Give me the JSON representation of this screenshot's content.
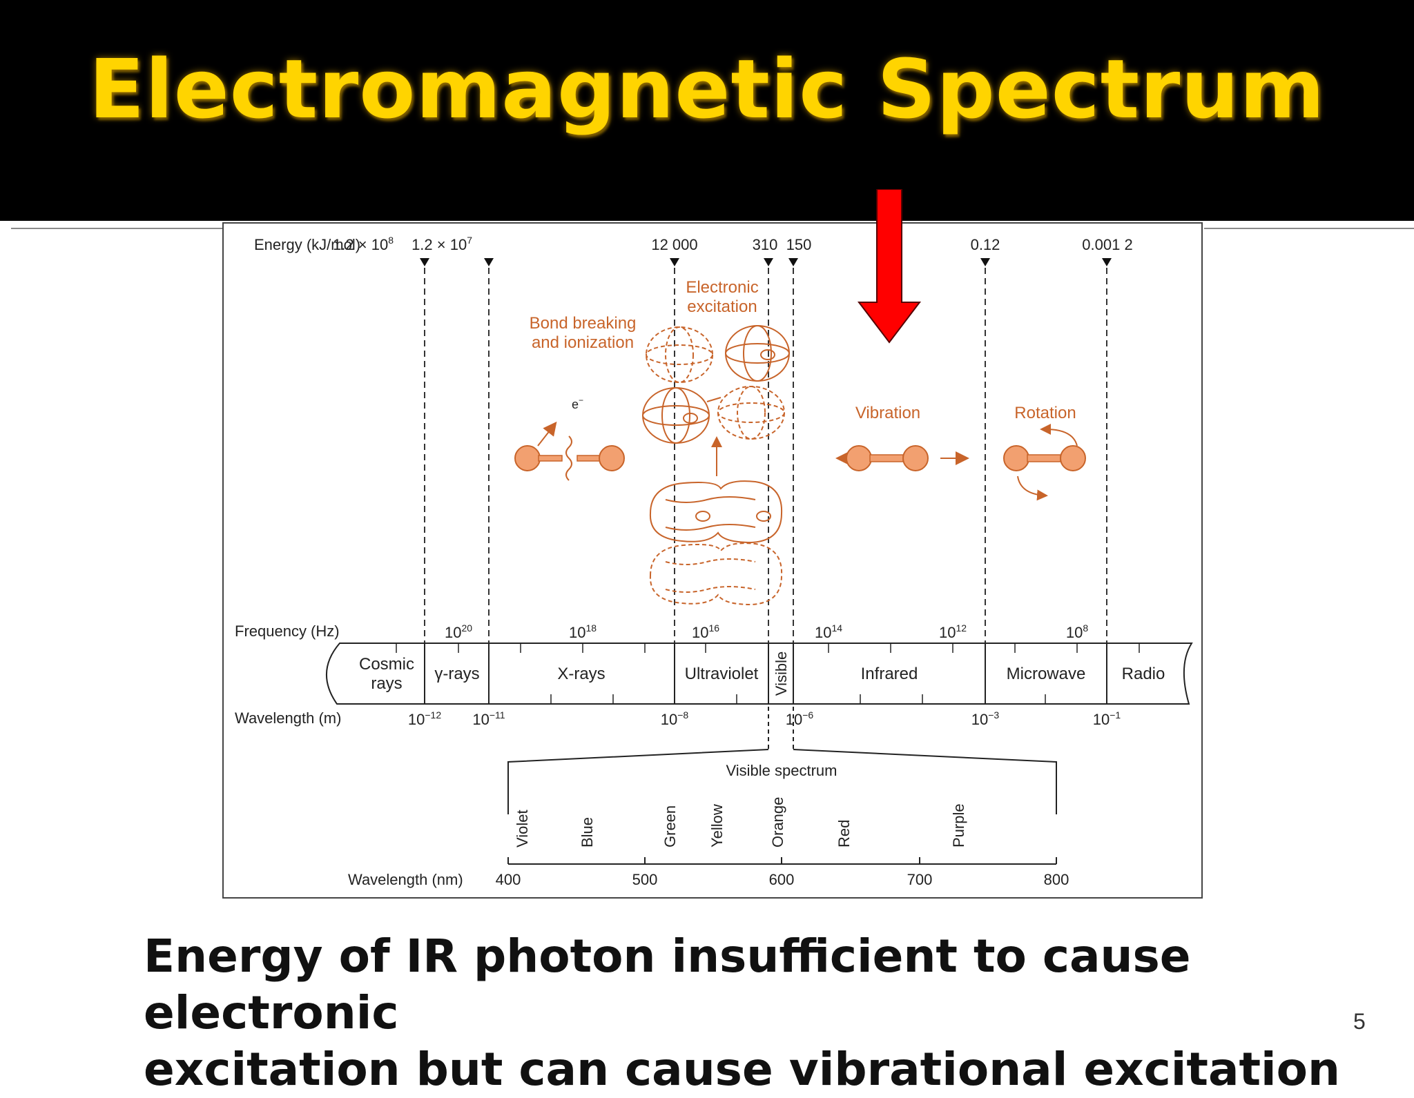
{
  "slide": {
    "title": "Electromagnetic Spectrum",
    "caption_line1": "Energy of IR photon insufficient to cause electronic",
    "caption_line2": "excitation but can cause vibrational excitation",
    "page_number": "5"
  },
  "colors": {
    "title_yellow": "#ffd400",
    "illustration_orange": "#c8642a",
    "molecule_fill": "#f2a070",
    "arrow_red": "#ff0000"
  },
  "figure": {
    "energy_axis_label": "Energy (kJ/mol)",
    "energy_ticks": [
      {
        "mantissa": "1.2 × 10",
        "exp": "8"
      },
      {
        "mantissa": "1.2 × 10",
        "exp": "7"
      },
      {
        "mantissa": "12 000",
        "exp": ""
      },
      {
        "mantissa": "310",
        "exp": ""
      },
      {
        "mantissa": "150",
        "exp": ""
      },
      {
        "mantissa": "0.12",
        "exp": ""
      },
      {
        "mantissa": "0.001 2",
        "exp": ""
      }
    ],
    "frequency_axis_label": "Frequency (Hz)",
    "frequency_ticks": [
      {
        "base": "10",
        "exp": "20"
      },
      {
        "base": "10",
        "exp": "18"
      },
      {
        "base": "10",
        "exp": "16"
      },
      {
        "base": "10",
        "exp": "14"
      },
      {
        "base": "10",
        "exp": "12"
      },
      {
        "base": "10",
        "exp": "8"
      }
    ],
    "wavelength_axis_label": "Wavelength (m)",
    "wavelength_ticks": [
      {
        "base": "10",
        "exp": "−12"
      },
      {
        "base": "10",
        "exp": "−11"
      },
      {
        "base": "10",
        "exp": "−8"
      },
      {
        "base": "10",
        "exp": "−6"
      },
      {
        "base": "10",
        "exp": "−3"
      },
      {
        "base": "10",
        "exp": "−1"
      }
    ],
    "regions": [
      "Cosmic",
      "rays",
      "γ-rays",
      "X-rays",
      "Ultraviolet",
      "Visible",
      "Infrared",
      "Microwave",
      "Radio"
    ],
    "process_labels": {
      "bond_breaking_1": "Bond breaking",
      "bond_breaking_2": "and ionization",
      "electronic_1": "Electronic",
      "electronic_2": "excitation",
      "vibration": "Vibration",
      "rotation": "Rotation",
      "electron": "e",
      "electron_sup": "−"
    },
    "visible_spectrum_label": "Visible spectrum",
    "visible_colors": [
      "Violet",
      "Blue",
      "Green",
      "Yellow",
      "Orange",
      "Red",
      "Purple"
    ],
    "nm_axis_label": "Wavelength (nm)",
    "nm_ticks": [
      "400",
      "500",
      "600",
      "700",
      "800"
    ]
  }
}
